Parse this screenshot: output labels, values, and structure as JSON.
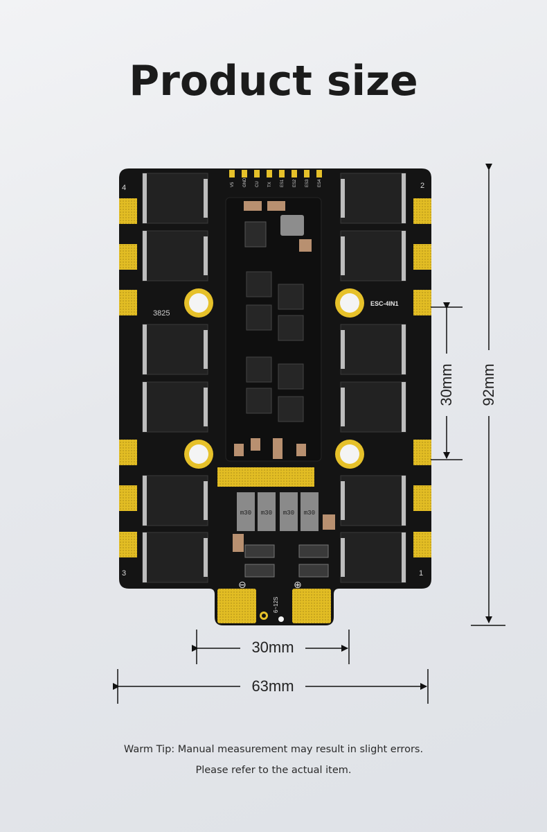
{
  "title": "Product size",
  "board": {
    "model_label": "ESC-4IN1",
    "code_label": "3825",
    "voltage_label": "6~12S",
    "motor_numbers": [
      "4",
      "2",
      "3",
      "1"
    ],
    "pin_labels": [
      "V5",
      "GND",
      "CU",
      "TX",
      "ES1",
      "ES2",
      "ES3",
      "ES4"
    ],
    "mosfet_labels": [
      "m30",
      "m30",
      "m30",
      "m30"
    ],
    "minus_symbol": "⊖",
    "plus_symbol": "⊕"
  },
  "dimensions": {
    "height": "92mm",
    "hole_vertical": "30mm",
    "hole_horizontal": "30mm",
    "width": "63mm"
  },
  "tip": {
    "line1": "Warm Tip: Manual measurement may result in slight errors.",
    "line2": "Please refer to the actual item."
  },
  "colors": {
    "pcb": "#151515",
    "gold": "#e6c12a",
    "mosfet": "#1e1e1e",
    "arrow": "#111111"
  }
}
